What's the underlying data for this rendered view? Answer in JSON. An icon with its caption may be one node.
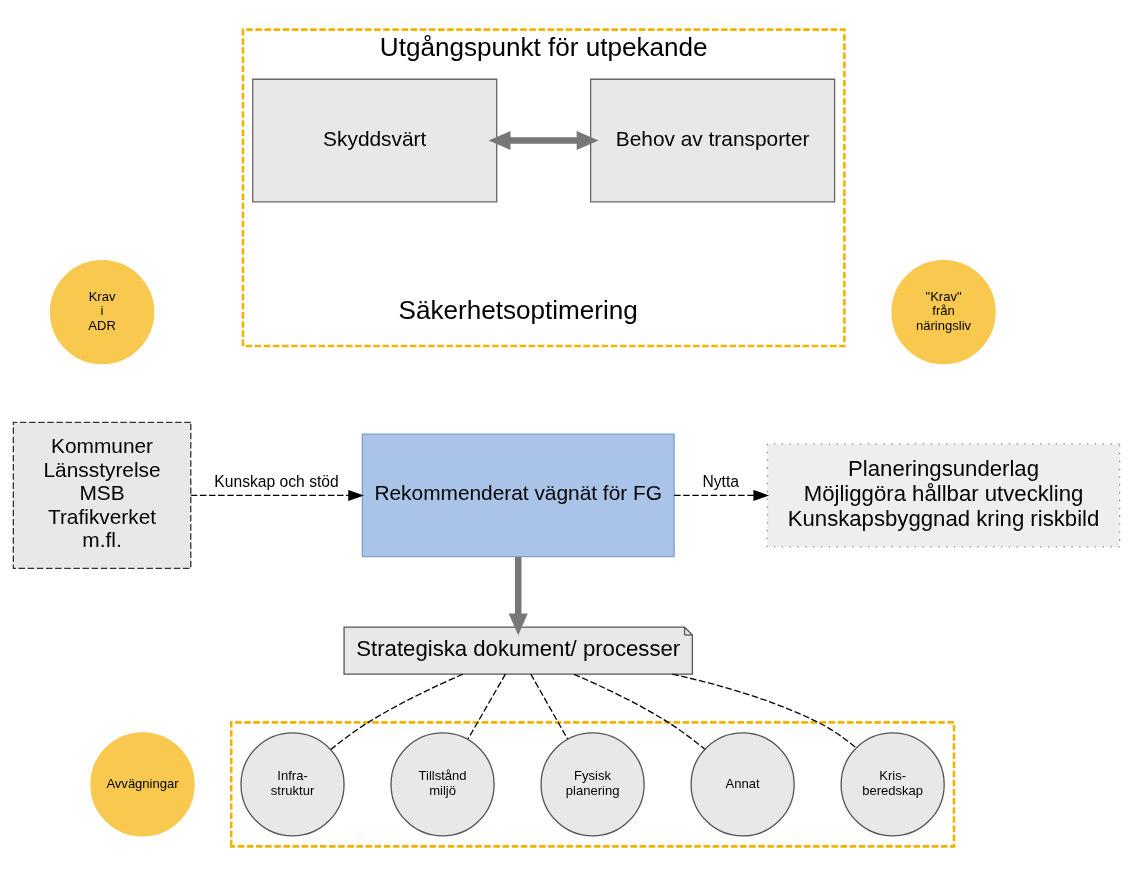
{
  "diagram": {
    "nodes": [
      {
        "text": [
          "Utgångspunkt för utpekande",
          "Säkerhetsoptimering"
        ]
      },
      {
        "text": [
          "Krav i ADR"
        ]
      },
      {
        "text": [
          "\"Krav\" från näringsliv"
        ]
      },
      {
        "text": [
          "Skyddsvärt"
        ],
        "in": 0
      },
      {
        "text": [
          "Behov av transporter"
        ],
        "in": 0
      },
      {
        "text": [
          "Kommuner",
          "Länsstyrelse",
          "MSB",
          "Trafikverket",
          "m.fl."
        ]
      },
      {
        "text": [
          "Rekommenderat vägnät för FG"
        ]
      },
      {
        "text": [
          "Planeringsunderlag",
          "Möjliggöra hållbar utveckling",
          "Kunskapsbyggnad kring riskbild"
        ]
      },
      {
        "text": [
          "Strategiska dokument/ processer"
        ]
      },
      {
        "text": [
          "Avvägningar"
        ]
      },
      {
        "text": [],
        "shape": "box"
      },
      {
        "text": [
          "Kris- beredskap"
        ],
        "in": 10
      },
      {
        "text": [
          "Infra- struktur"
        ],
        "in": 10
      },
      {
        "text": [
          "Tillstånd miljö"
        ],
        "in": 10
      },
      {
        "text": [
          "Fysisk planering"
        ],
        "in": 10
      },
      {
        "text": [
          "Annat"
        ],
        "in": 10
      }
    ],
    "edges": [
      {
        "from": 3,
        "to": 4,
        "arrow": "both",
        "style": "thick",
        "color": "#777777"
      },
      {
        "from": 5,
        "to": 6,
        "arrow": "to",
        "label": "Kunskap och stöd",
        "style": "dashed"
      },
      {
        "from": 6,
        "to": 7,
        "arrow": "to",
        "label": "Nytta",
        "style": "dashed"
      },
      {
        "from": 6,
        "to": 8,
        "arrow": "to",
        "style": "thick",
        "color": "#777777"
      },
      {
        "from": 8,
        "to": 11,
        "arrow": "none",
        "style": "dashed"
      },
      {
        "from": 8,
        "to": 12,
        "arrow": "none",
        "style": "dashed"
      },
      {
        "from": 8,
        "to": 13,
        "arrow": "none",
        "style": "dashed"
      },
      {
        "from": 8,
        "to": 14,
        "arrow": "none",
        "style": "dashed"
      },
      {
        "from": 8,
        "to": 15,
        "arrow": "none",
        "style": "dashed"
      }
    ]
  }
}
